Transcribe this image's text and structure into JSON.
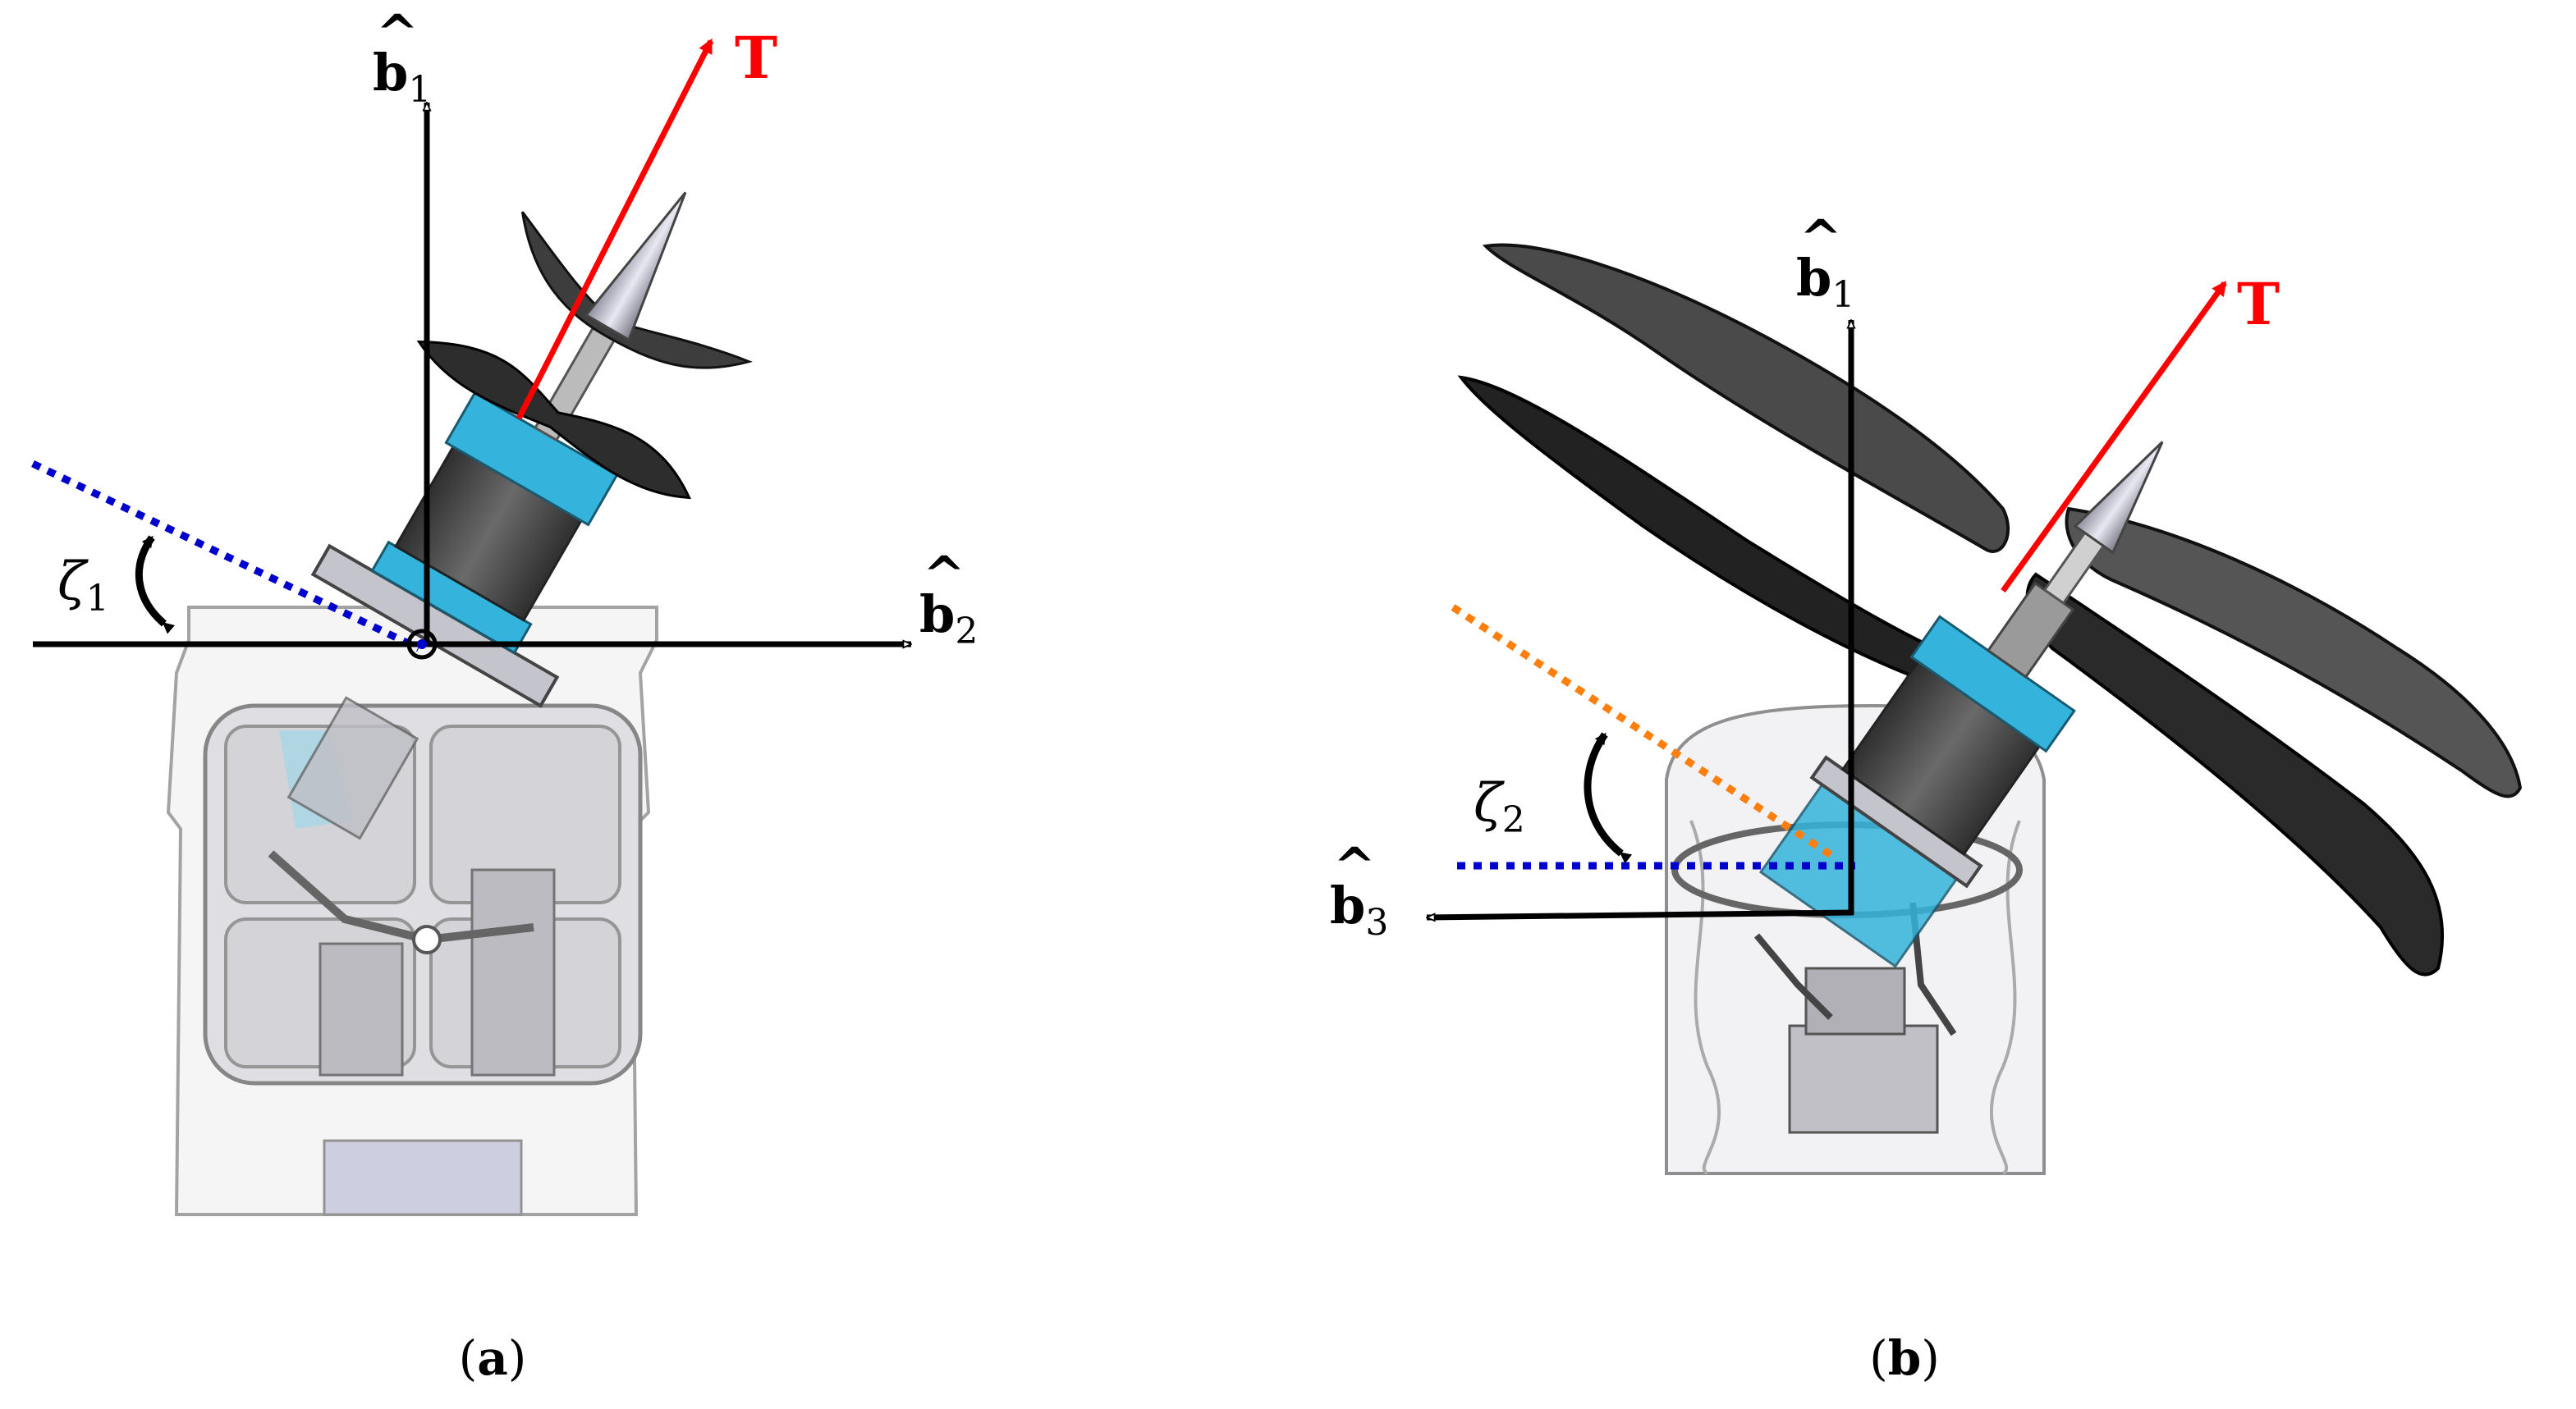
{
  "panels": [
    {
      "caption_open": "(",
      "caption_letter": "a",
      "caption_close": ")",
      "axes": [
        {
          "hat": "^",
          "letter": "b",
          "sub": "1"
        },
        {
          "hat": "^",
          "letter": "b",
          "sub": "2"
        }
      ],
      "thrust_label": "T",
      "angle_label": {
        "symbol": "ζ",
        "sub": "1"
      }
    },
    {
      "caption_open": "(",
      "caption_letter": "b",
      "caption_close": ")",
      "axes": [
        {
          "hat": "^",
          "letter": "b",
          "sub": "1"
        },
        {
          "hat": "^",
          "letter": "b",
          "sub": "3"
        }
      ],
      "thrust_label": "T",
      "angle_label": {
        "symbol": "ζ",
        "sub": "2"
      }
    }
  ],
  "colors": {
    "thrust": "#ff0000",
    "body_axis": "#000000",
    "reference_line": "#0000cc",
    "tilt_line": "#ff7f0e",
    "motor": "#34b4dc",
    "propeller": "#3a3a3a",
    "housing": "#c8c8c8"
  }
}
